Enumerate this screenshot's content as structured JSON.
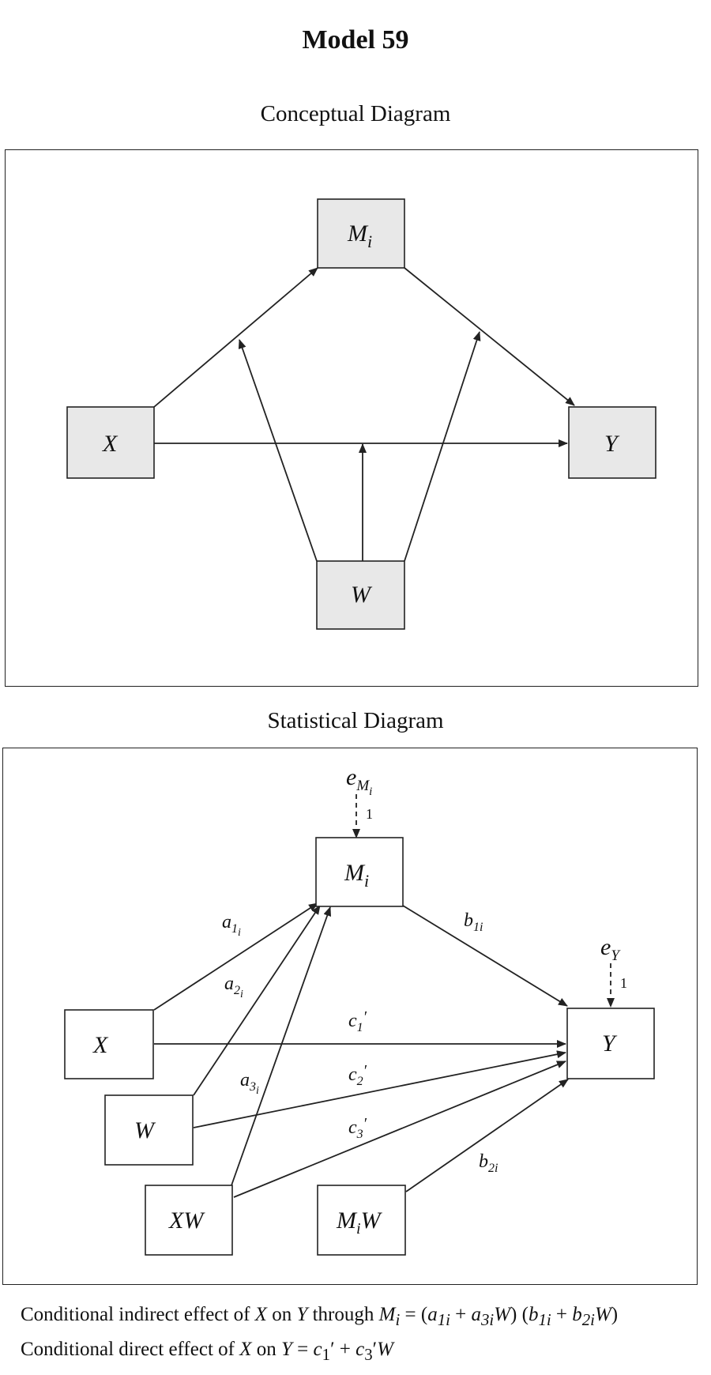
{
  "title": "Model 59",
  "conceptual": {
    "heading": "Conceptual Diagram",
    "nodes": {
      "x": "X",
      "m": "M",
      "m_sub": "i",
      "y": "Y",
      "w": "W"
    }
  },
  "statistical": {
    "heading": "Statistical Diagram",
    "nodes": {
      "x": "X",
      "w": "W",
      "xw": "XW",
      "m": "M",
      "m_sub": "i",
      "y": "Y",
      "mw_m": "M",
      "mw_sub": "i",
      "mw_w": "W"
    },
    "errors": {
      "em": "e",
      "em_sub": "M",
      "em_subsub": "i",
      "ey": "e",
      "ey_sub": "Y",
      "one": "1"
    },
    "paths": {
      "a1": "a",
      "a1_sub": "1",
      "a1_subsub": "i",
      "a2": "a",
      "a2_sub": "2",
      "a2_subsub": "i",
      "a3": "a",
      "a3_sub": "3",
      "a3_subsub": "i",
      "b1": "b",
      "b1_sub": "1i",
      "b2": "b",
      "b2_sub": "2i",
      "c1": "c",
      "c1_sub": "1",
      "c1_prime": "′",
      "c2": "c",
      "c2_sub": "2",
      "c2_prime": "′",
      "c3": "c",
      "c3_sub": "3",
      "c3_prime": "′"
    }
  },
  "equations": {
    "indirect": {
      "t1": "Conditional indirect effect of ",
      "x": "X",
      "t2": " on ",
      "y": "Y",
      "t3": " through ",
      "m": "M",
      "m_sub": "i",
      "t4": " = (",
      "a1": "a",
      "a1_sub": "1i",
      "t5": " + ",
      "a3": "a",
      "a3_sub": "3i",
      "w1": "W",
      "t6": ") (",
      "b1": "b",
      "b1_sub": "1i",
      "t7": " + ",
      "b2": "b",
      "b2_sub": "2i",
      "w2": "W",
      "t8": ")"
    },
    "direct": {
      "t1": "Conditional direct effect of ",
      "x": "X",
      "t2": " on ",
      "y": "Y",
      "t3": " = ",
      "c1": "c",
      "c1_sub": "1",
      "p1": "′",
      "t4": " + ",
      "c3": "c",
      "c3_sub": "3",
      "p2": "′",
      "w": "W"
    }
  },
  "colors": {
    "node_fill": "#e8e8e8",
    "stroke": "#222222"
  }
}
